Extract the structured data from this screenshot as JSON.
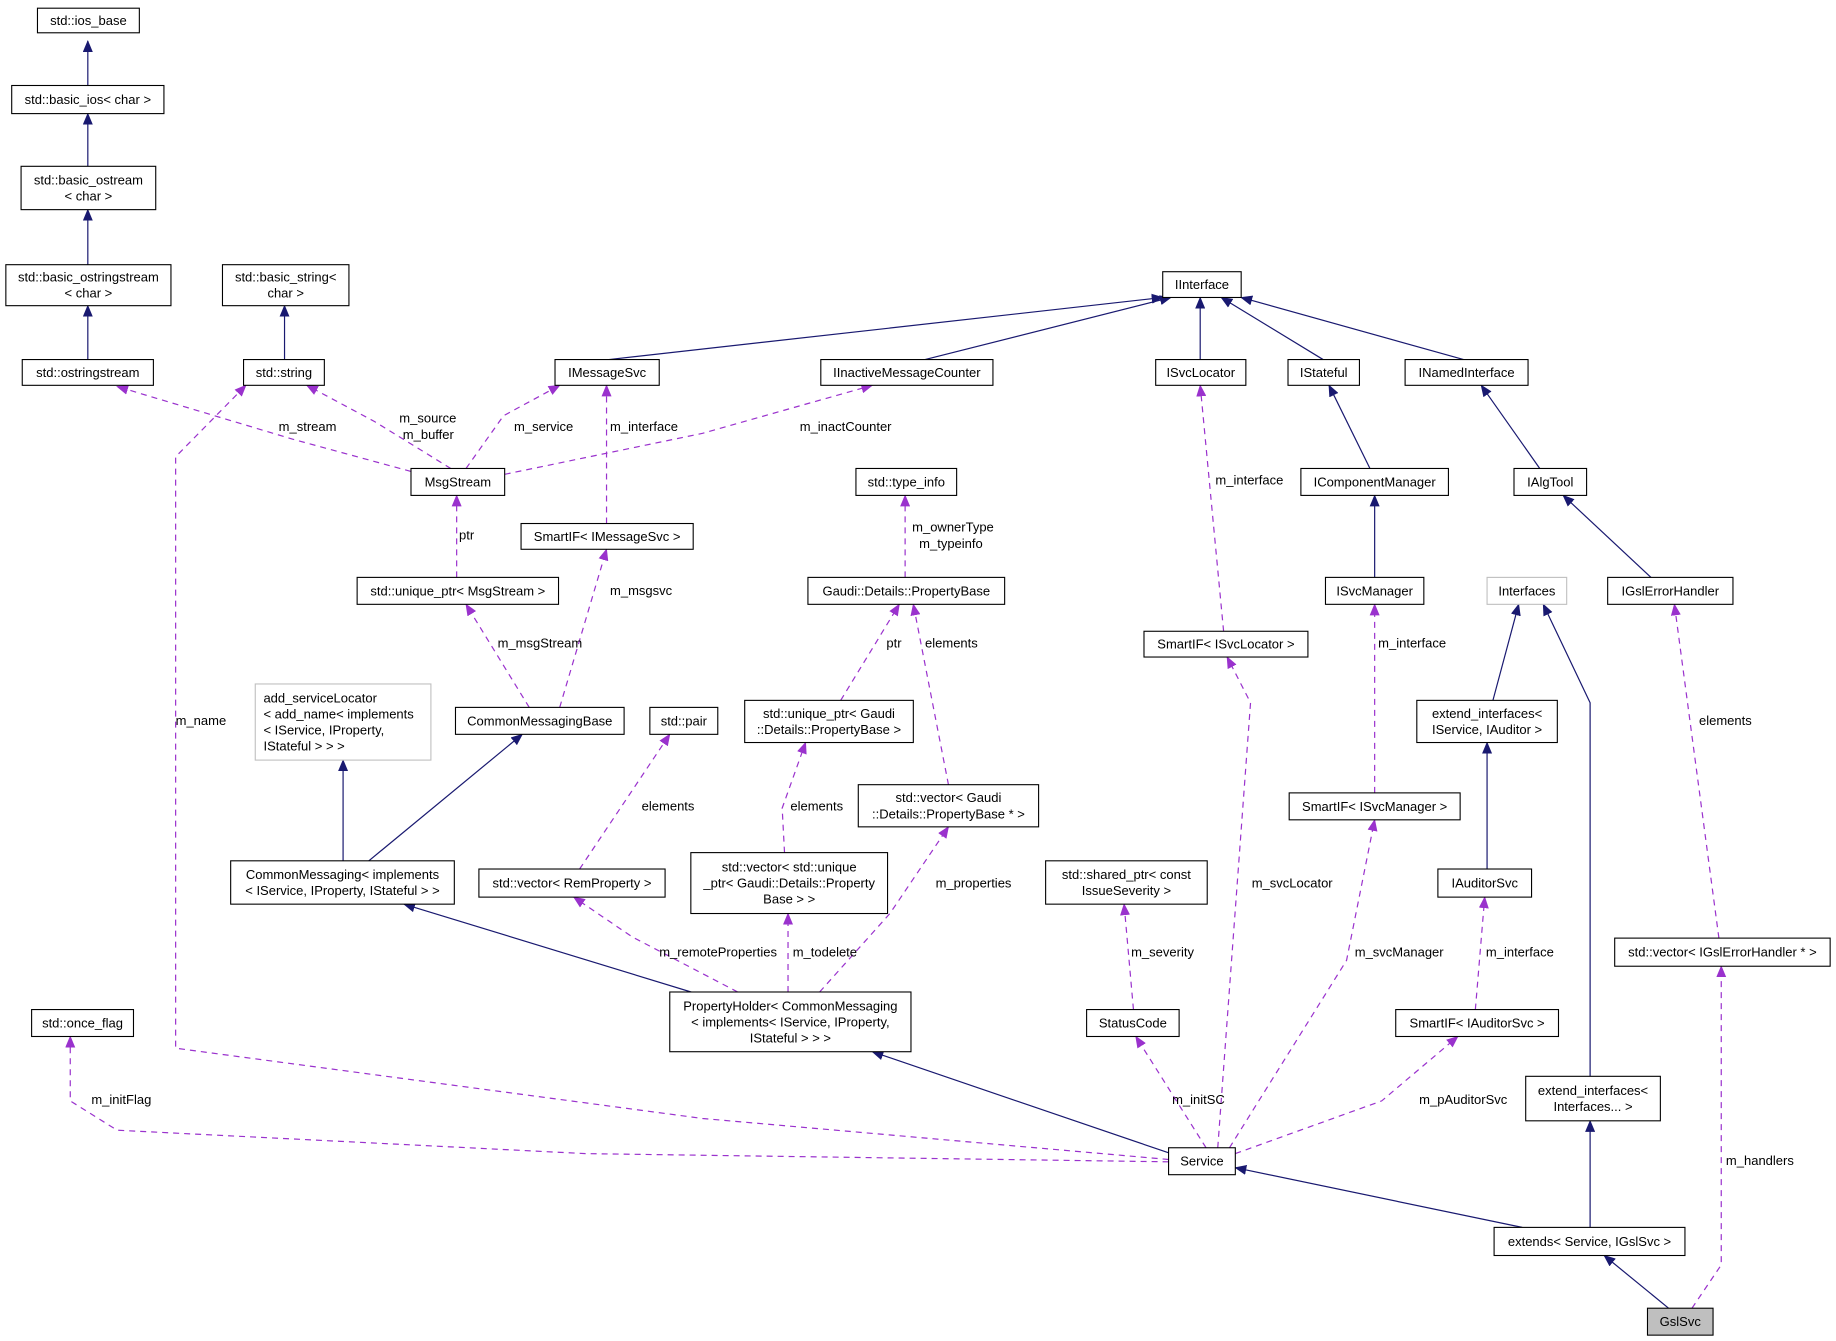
{
  "colors": {
    "inheritance": "#191970",
    "usage": "#9a32cd",
    "node_border": "#000000",
    "external_border": "#bfbfbf",
    "highlight_fill": "#bfbfbf"
  },
  "nodes": {
    "ios_base": [
      "std::ios_base"
    ],
    "basic_ios": [
      "std::basic_ios< char >"
    ],
    "basic_ostream": [
      "std::basic_ostream",
      "< char >"
    ],
    "basic_ostringstream": [
      "std::basic_ostringstream",
      "< char >"
    ],
    "basic_string": [
      "std::basic_string<",
      "char >"
    ],
    "ostringstream": [
      "std::ostringstream"
    ],
    "string": [
      "std::string"
    ],
    "iinterface": [
      "IInterface"
    ],
    "imessagesvc": [
      "IMessageSvc"
    ],
    "iinactive": [
      "IInactiveMessageCounter"
    ],
    "isvclocator": [
      "ISvcLocator"
    ],
    "istateful": [
      "IStateful"
    ],
    "inamed": [
      "INamedInterface"
    ],
    "msgstream": [
      "MsgStream"
    ],
    "type_info": [
      "std::type_info"
    ],
    "icompmgr": [
      "IComponentManager"
    ],
    "ialgtool": [
      "IAlgTool"
    ],
    "smartif_msg": [
      "SmartIF< IMessageSvc >"
    ],
    "unique_msg": [
      "std::unique_ptr< MsgStream >"
    ],
    "propbase": [
      "Gaudi::Details::PropertyBase"
    ],
    "isvcmgr": [
      "ISvcManager"
    ],
    "interfaces": [
      "Interfaces"
    ],
    "igslerr": [
      "IGslErrorHandler"
    ],
    "smartif_loc": [
      "SmartIF< ISvcLocator >"
    ],
    "add_svc": [
      "add_serviceLocator",
      "< add_name< implements",
      "< IService, IProperty,",
      "IStateful > > >"
    ],
    "cmbase": [
      "CommonMessagingBase"
    ],
    "pair": [
      "std::pair"
    ],
    "unique_prop": [
      "std::unique_ptr< Gaudi",
      "::Details::PropertyBase >"
    ],
    "ext_aud": [
      "extend_interfaces<",
      "IService, IAuditor >"
    ],
    "vec_prop": [
      "std::vector< Gaudi",
      "::Details::PropertyBase * >"
    ],
    "smartif_mgr": [
      "SmartIF< ISvcManager >"
    ],
    "cm": [
      "CommonMessaging< implements",
      "< IService, IProperty, IStateful > >"
    ],
    "vec_rem": [
      "std::vector< RemProperty >"
    ],
    "vec_unique": [
      "std::vector< std::unique",
      "_ptr< Gaudi::Details::Property",
      "Base > >"
    ],
    "shared": [
      "std::shared_ptr< const",
      "IssueSeverity >"
    ],
    "iauditsvc": [
      "IAuditorSvc"
    ],
    "vec_gsl": [
      "std::vector< IGslErrorHandler * >"
    ],
    "once": [
      "std::once_flag"
    ],
    "propholder": [
      "PropertyHolder< CommonMessaging",
      "< implements< IService, IProperty,",
      "IStateful > > >"
    ],
    "statuscode": [
      "StatusCode"
    ],
    "smartif_aud": [
      "SmartIF< IAuditorSvc >"
    ],
    "ext_if": [
      "extend_interfaces<",
      "Interfaces... >"
    ],
    "service": [
      "Service"
    ],
    "extends": [
      "extends< Service, IGslSvc >"
    ],
    "gslsvc": [
      "GslSvc"
    ]
  },
  "edge_labels": {
    "m_stream": "m_stream",
    "m_source": "m_source",
    "m_buffer": "m_buffer",
    "m_service": "m_service",
    "m_interface": "m_interface",
    "m_inactCounter": "m_inactCounter",
    "m_ownerType": "m_ownerType",
    "m_typeinfo": "m_typeinfo",
    "ptr": "ptr",
    "m_msgsvc": "m_msgsvc",
    "m_msgStream": "m_msgStream",
    "elements": "elements",
    "m_name": "m_name",
    "m_properties": "m_properties",
    "m_remoteProperties": "m_remoteProperties",
    "m_todelete": "m_todelete",
    "m_svcLocator": "m_svcLocator",
    "m_svcManager": "m_svcManager",
    "m_severity": "m_severity",
    "m_initFlag": "m_initFlag",
    "m_initSC": "m_initSC",
    "m_pAuditorSvc": "m_pAuditorSvc",
    "m_handlers": "m_handlers"
  }
}
